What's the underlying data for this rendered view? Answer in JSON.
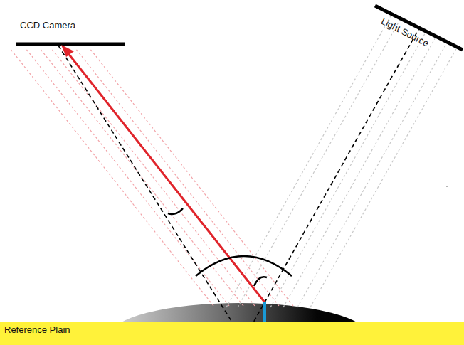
{
  "diagram": {
    "nodes": [
      {
        "text": [
          "Reference Plain"
        ]
      }
    ],
    "labels": [
      "CCD Camera",
      "Light Source"
    ]
  }
}
